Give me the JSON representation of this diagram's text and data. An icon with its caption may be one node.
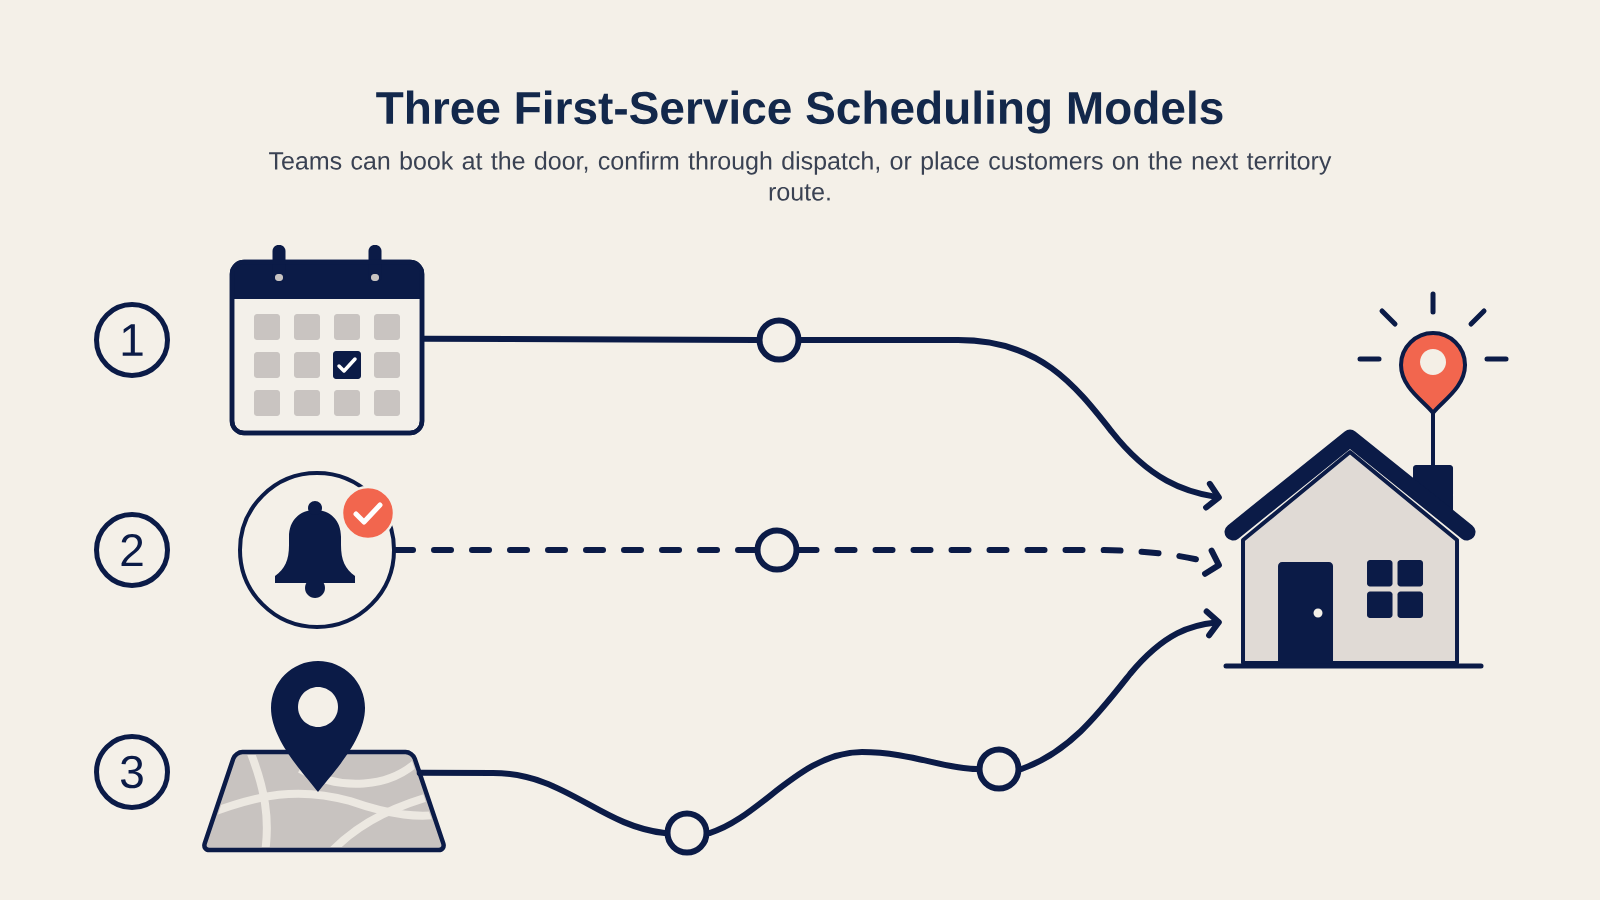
{
  "diagram": {
    "title": "Three First-Service Scheduling Models",
    "nodes": [
      {
        "text": [
          "1"
        ]
      },
      {
        "text": [],
        "shape": "picture"
      },
      {
        "text": [],
        "shape": "circle"
      },
      {
        "text": [
          "2"
        ]
      },
      {
        "text": [],
        "shape": "picture"
      },
      {
        "text": [],
        "shape": "circle"
      },
      {
        "text": [
          "3"
        ]
      },
      {
        "text": [],
        "shape": "picture"
      },
      {
        "text": [],
        "shape": "circle"
      },
      {
        "text": [],
        "shape": "circle"
      },
      {
        "text": [],
        "shape": "picture"
      }
    ],
    "edges": [
      {
        "from": 1,
        "to": 2,
        "arrow": "none"
      },
      {
        "from": 2,
        "to": 10,
        "arrow": "to"
      },
      {
        "from": 4,
        "to": 5,
        "arrow": "none",
        "style": "dashed"
      },
      {
        "from": 5,
        "to": 10,
        "arrow": "to",
        "style": "dashed"
      },
      {
        "from": 7,
        "to": 8,
        "arrow": "none"
      },
      {
        "from": 8,
        "to": 9,
        "arrow": "none"
      },
      {
        "from": 9,
        "to": 10,
        "arrow": "to"
      }
    ],
    "labels": [
      "Teams can book at the door, confirm through dispatch, or place customers on the next territory route."
    ]
  }
}
